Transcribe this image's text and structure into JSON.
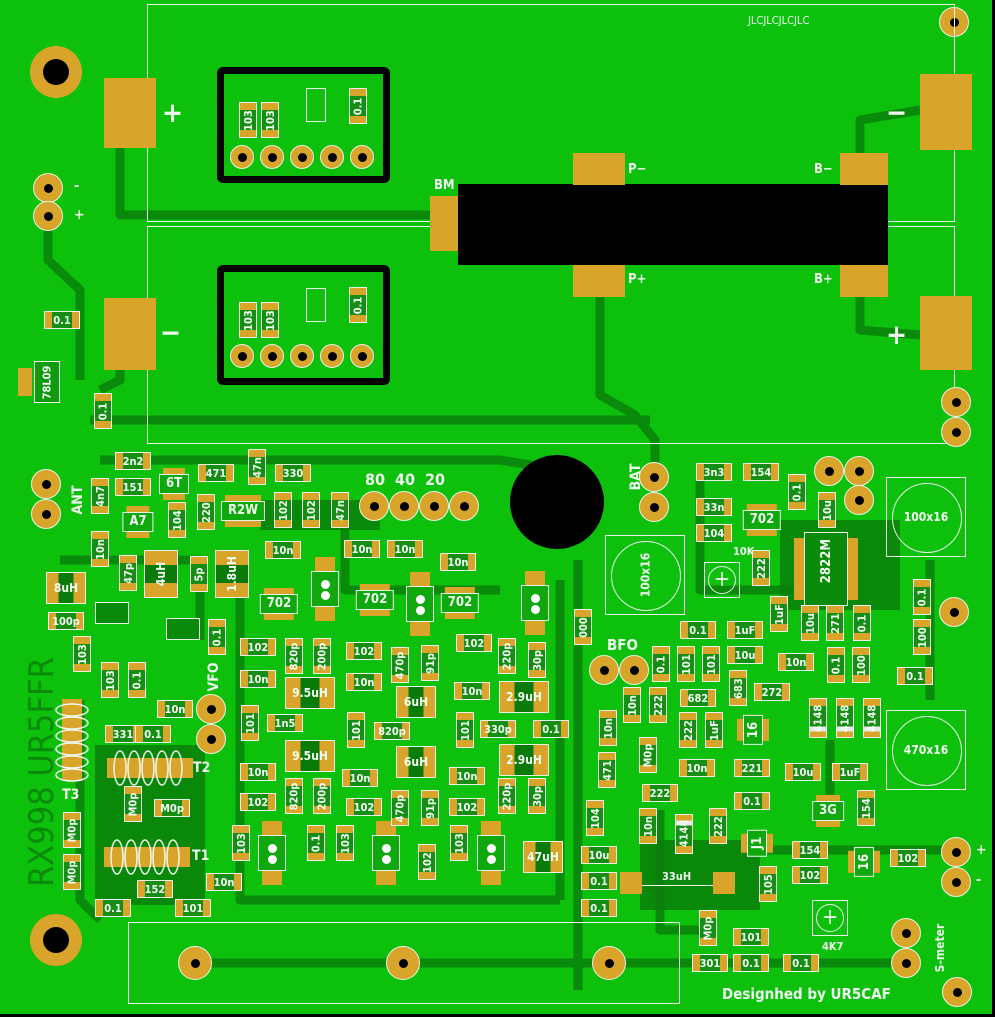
{
  "board": {
    "title": "RX998 UR5FFR",
    "credit": "Designhed by UR5CAF",
    "fab_marking": "JLCJLCJLCJLC",
    "colors": {
      "board": "#0cc00c",
      "copper": "#d8a52a",
      "trace": "#0a8a0a",
      "silk": "#eef8ee"
    }
  },
  "battery": {
    "bm": "BM",
    "p_minus": "P−",
    "p_plus": "P+",
    "b_minus": "B−",
    "b_plus": "B+",
    "left_plus": "+",
    "left_minus": "−",
    "right_minus": "−",
    "right_plus": "+"
  },
  "connectors": {
    "pwr_minus": "-",
    "pwr_plus": "+",
    "ant": "ANT",
    "band_80": "80",
    "band_40": "40",
    "band_20": "20",
    "vfo": "VFO",
    "bat": "BAT",
    "bfo": "BFO",
    "smeter": "S-meter",
    "out_plus": "+",
    "out_minus": "-"
  },
  "transformers": [
    "T1",
    "T2",
    "T3"
  ],
  "components": [
    "0.1",
    "78L09",
    "0.1",
    "103",
    "103",
    "0.1",
    "103",
    "103",
    "0.1",
    "2n2",
    "151",
    "471",
    "47n",
    "330",
    "4n7",
    "104",
    "220",
    "102",
    "102",
    "47n",
    "10n",
    "10n",
    "10n",
    "10n",
    "10n",
    "47p",
    "5p",
    "100p",
    "0.1",
    "103",
    "103",
    "0.1",
    "102",
    "820p",
    "200p",
    "102",
    "470p",
    "91p",
    "102",
    "10n",
    "10n",
    "10n",
    "10n",
    "101",
    "1n5",
    "101",
    "820p",
    "101",
    "330p",
    "0.1",
    "10n",
    "10n",
    "10n",
    "820p",
    "200p",
    "470p",
    "91p",
    "220p",
    "30p",
    "220p",
    "30p",
    "102",
    "102",
    "102",
    "331",
    "0.1",
    "M0p",
    "M0p",
    "M0p",
    "M0p",
    "152",
    "0.1",
    "101",
    "10n",
    "103",
    "0.1",
    "103",
    "102",
    "103",
    "3n3",
    "154",
    "33n",
    "104",
    "0.1",
    "10u",
    "222",
    "000",
    "0.1",
    "1uF",
    "1uF",
    "10u",
    "271",
    "0.1",
    "0.1",
    "100",
    "0.1",
    "0.1",
    "101",
    "101",
    "10u",
    "10n",
    "0.1",
    "100",
    "10n",
    "222",
    "682",
    "683",
    "272",
    "10n",
    "471",
    "M0p",
    "222",
    "1uF",
    "10n",
    "221",
    "222",
    "0.1",
    "10u",
    "1uF",
    "154",
    "104",
    "10n",
    "222",
    "154",
    "102",
    "102",
    "10u",
    "0.1",
    "0.1",
    "105",
    "M0p",
    "101",
    "301",
    "0.1",
    "0.1"
  ],
  "diodes": [
    "4148",
    "4148",
    "4148",
    "4148"
  ],
  "inductors": [
    "4uH",
    "1.8uH",
    "8uH",
    "9.5uH",
    "9.5uH",
    "6uH",
    "6uH",
    "2.9uH",
    "2.9uH",
    "47uH"
  ],
  "boxed": [
    "6T",
    "A7",
    "R2W",
    "702",
    "702",
    "702",
    "702",
    "3G",
    "16",
    "J1",
    "16"
  ],
  "module_top": [
    "103",
    "103",
    "0.1"
  ],
  "ic": "2822M",
  "caps": [
    "100x16",
    "100x16",
    "470x16"
  ],
  "trimmers": [
    "10K",
    "4K7"
  ],
  "choke": "33uH"
}
